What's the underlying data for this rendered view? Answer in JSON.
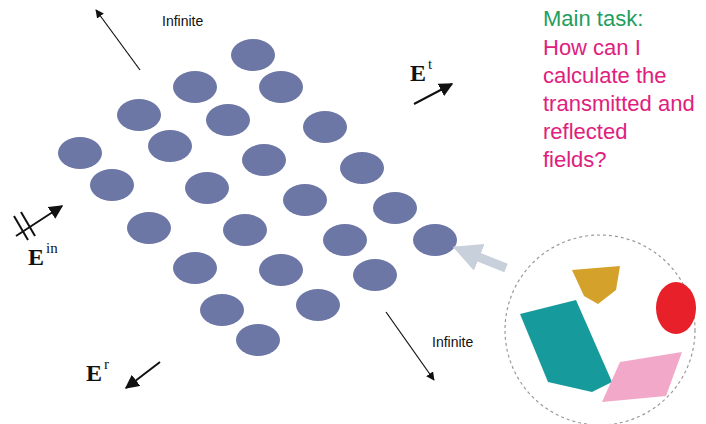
{
  "diagram": {
    "labels": [
      "Main task:",
      "How can I calculate the transmitted and reflected fields?",
      "Infinite",
      "Infinite",
      "E",
      "in",
      "E",
      "t",
      "E",
      "r"
    ]
  }
}
